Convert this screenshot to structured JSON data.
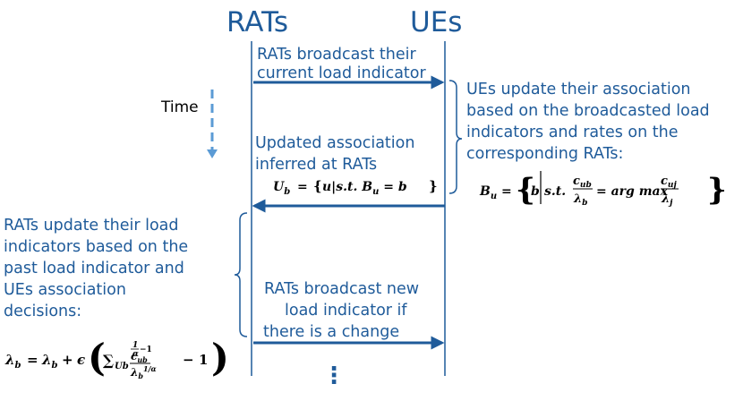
{
  "headers": {
    "rats": "RATs",
    "ues": "UEs"
  },
  "time_label": "Time",
  "step1": {
    "line1": "RATs broadcast their",
    "line2": "current load indicator"
  },
  "step2": {
    "line1": "UEs update their  association",
    "line2": "based on the broadcasted load",
    "line3": "indicators  and rates on the",
    "line4": "corresponding RATs:"
  },
  "step3": {
    "line1": "Updated association",
    "line2": "inferred  at RATs"
  },
  "step4": {
    "line1": "RATs update their load",
    "line2": "indicators based on the",
    "line3": "past load indicator and",
    "line4": "UEs association",
    "line5": "decisions:"
  },
  "step5": {
    "line1": "RATs broadcast new",
    "line2": "load indicator if",
    "line3": "there is a change"
  },
  "ellipsis": "⋮",
  "colors": {
    "text": "#1f5b9a",
    "arrow": "#1f5b9a",
    "time_arrow": "#5b9bd5",
    "lifeline": "#1f5b9a"
  },
  "icons": {
    "time_arrow": "dashed-down-arrow-icon",
    "continuation": "vertical-ellipsis-icon"
  }
}
